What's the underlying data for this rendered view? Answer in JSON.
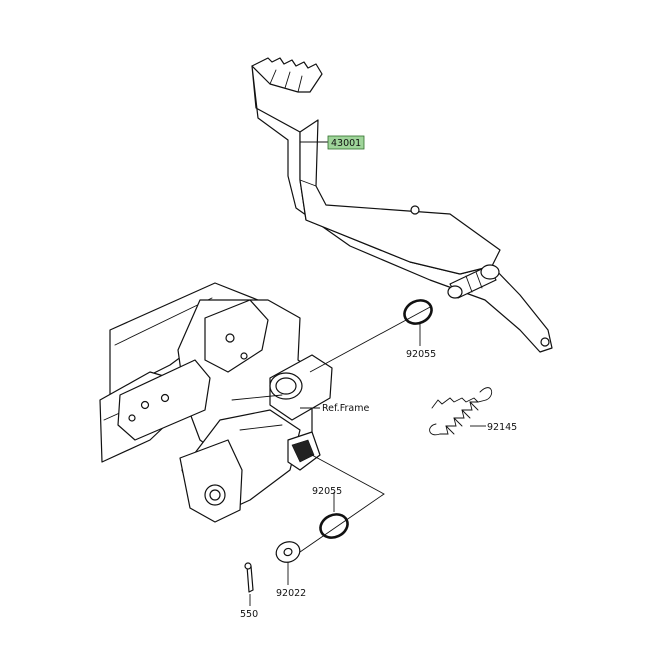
{
  "diagram": {
    "labels": {
      "pedal": "43001",
      "oring_upper": "92055",
      "oring_lower": "92055",
      "spring": "92145",
      "frame": "Ref.Frame",
      "washer": "92022",
      "cotter_pin": "550"
    },
    "colors": {
      "highlight": "#9fd49a",
      "line": "#111111",
      "background": "#ffffff"
    }
  }
}
